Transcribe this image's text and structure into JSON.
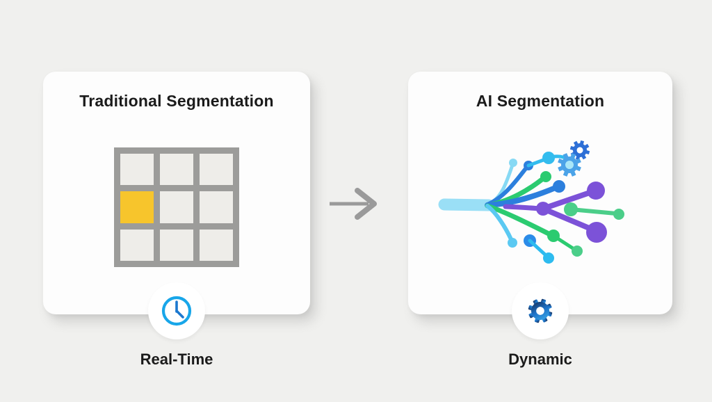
{
  "colors": {
    "bg": "#f0f0ee",
    "card-bg": "#fdfdfd",
    "text": "#1b1b1b",
    "grid-frame": "#9c9c9a",
    "grid-cell": "#eeede9",
    "grid-highlight": "#f7c52c",
    "arrow": "#9a9a9a",
    "clock-blue": "#18a6e9",
    "clock-hands": "#1c78cf",
    "gear-dark": "#16294e",
    "gear-mid": "#1e73c8",
    "gear-light": "#3fb0ec"
  },
  "left_card": {
    "title": "Traditional Segmentation",
    "badge_label": "Real-Time",
    "badge_icon": "clock-icon",
    "grid": {
      "rows": 3,
      "cols": 3,
      "highlight_cell": {
        "row": 2,
        "col": 1
      }
    }
  },
  "right_card": {
    "title": "AI Segmentation",
    "badge_label": "Dynamic",
    "badge_icon": "gear-icon",
    "illustration": "branching-network"
  },
  "arrow": {
    "direction": "right"
  }
}
